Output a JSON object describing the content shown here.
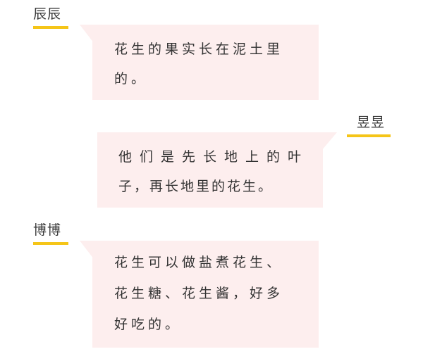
{
  "colors": {
    "bubble_bg": "#fdeeee",
    "name_underline": "#f5c518",
    "text": "#333333"
  },
  "messages": [
    {
      "speaker": "辰辰",
      "side": "left",
      "lines": [
        "花生的果实长在泥土里",
        "的。"
      ]
    },
    {
      "speaker": "昱昱",
      "side": "right",
      "lines": [
        "他们是先长地上的叶",
        "子，再长地里的花生。"
      ]
    },
    {
      "speaker": "博博",
      "side": "left",
      "lines": [
        "花生可以做盐煮花生、",
        "花生糖、花生酱，好多",
        "好吃的。"
      ]
    }
  ]
}
